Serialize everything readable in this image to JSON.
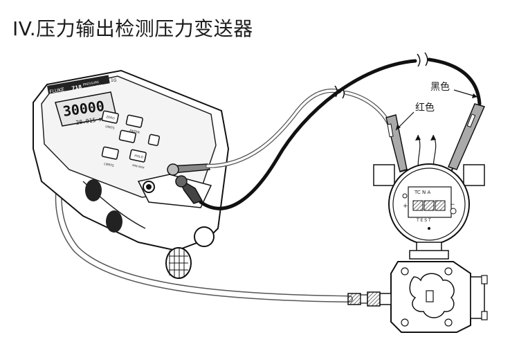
{
  "title": "IV.压力输出检测压力变送器",
  "labels": {
    "red": "红色",
    "black": "黑色"
  },
  "meter": {
    "brand": "FLUKE",
    "model": "718",
    "subtitle_top": "PRESSURE",
    "subtitle_bottom": "CALIBRATOR",
    "range": "1G",
    "display_main": "30000",
    "display_sub": "20.015 mA",
    "buttons": [
      {
        "top": "ZERO",
        "bottom": "UNITS"
      },
      {
        "top": "",
        "bottom": "ENTER"
      },
      {
        "top": "",
        "bottom": ""
      },
      {
        "top": "HOLD",
        "bottom": "MIN MAX"
      },
      {
        "top": "",
        "bottom": "LIMITS"
      }
    ]
  },
  "transmitter": {
    "terminal_top": "TC N A",
    "terminal_bottom": "T E S T",
    "plus": "+",
    "minus": "−"
  }
}
